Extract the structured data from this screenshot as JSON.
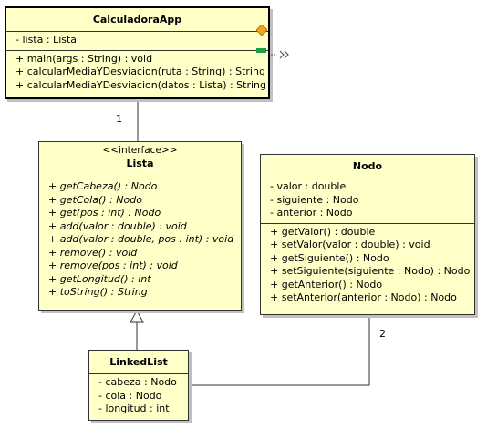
{
  "classes": {
    "calculadora_app": {
      "name": "CalculadoraApp",
      "attributes": [
        "- lista : Lista"
      ],
      "operations": [
        "+ main(args : String) : void",
        "+ calcularMediaYDesviacion(ruta : String) : String",
        "+ calcularMediaYDesviacion(datos : Lista) : String"
      ]
    },
    "lista": {
      "stereotype": "<<interface>>",
      "name": "Lista",
      "operations": [
        "+ getCabeza() : Nodo",
        "+ getCola() : Nodo",
        "+ get(pos : int) : Nodo",
        "+ add(valor : double) : void",
        "+ add(valor : double, pos : int) : void",
        "+ remove() : void",
        "+ remove(pos : int) : void",
        "+ getLongitud() : int",
        "+ toString() : String"
      ]
    },
    "nodo": {
      "name": "Nodo",
      "attributes": [
        "- valor : double",
        "- siguiente : Nodo",
        "- anterior : Nodo"
      ],
      "operations": [
        "+ getValor() : double",
        "+ setValor(valor : double) : void",
        "+ getSiguiente() : Nodo",
        "+ setSiguiente(siguiente : Nodo) : Nodo",
        "+ getAnterior() : Nodo",
        "+ setAnterior(anterior : Nodo) : Nodo"
      ]
    },
    "linked_list": {
      "name": "LinkedList",
      "attributes": [
        "- cabeza : Nodo",
        "- cola : Nodo",
        "- longitud : int"
      ]
    }
  },
  "relations": {
    "app_lista_multiplicity": "1",
    "linkedlist_nodo_multiplicity": "2"
  }
}
